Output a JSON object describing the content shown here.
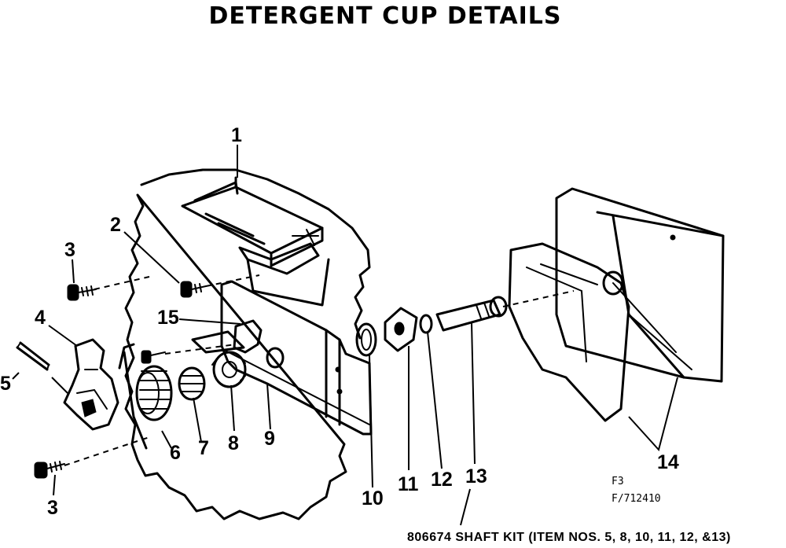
{
  "title": "DETERGENT CUP DETAILS",
  "callouts": {
    "c1": "1",
    "c2": "2",
    "c3a": "3",
    "c3b": "3",
    "c4": "4",
    "c5": "5",
    "c6": "6",
    "c7": "7",
    "c8": "8",
    "c9": "9",
    "c10": "10",
    "c11": "11",
    "c12": "12",
    "c13": "13",
    "c14": "14",
    "c15": "15"
  },
  "figure_ref": {
    "line1": "F3",
    "line2": "F/712410"
  },
  "kit_note": "806674  SHAFT KIT (ITEM NOS. 5, 8, 10, 11, 12, &13)"
}
